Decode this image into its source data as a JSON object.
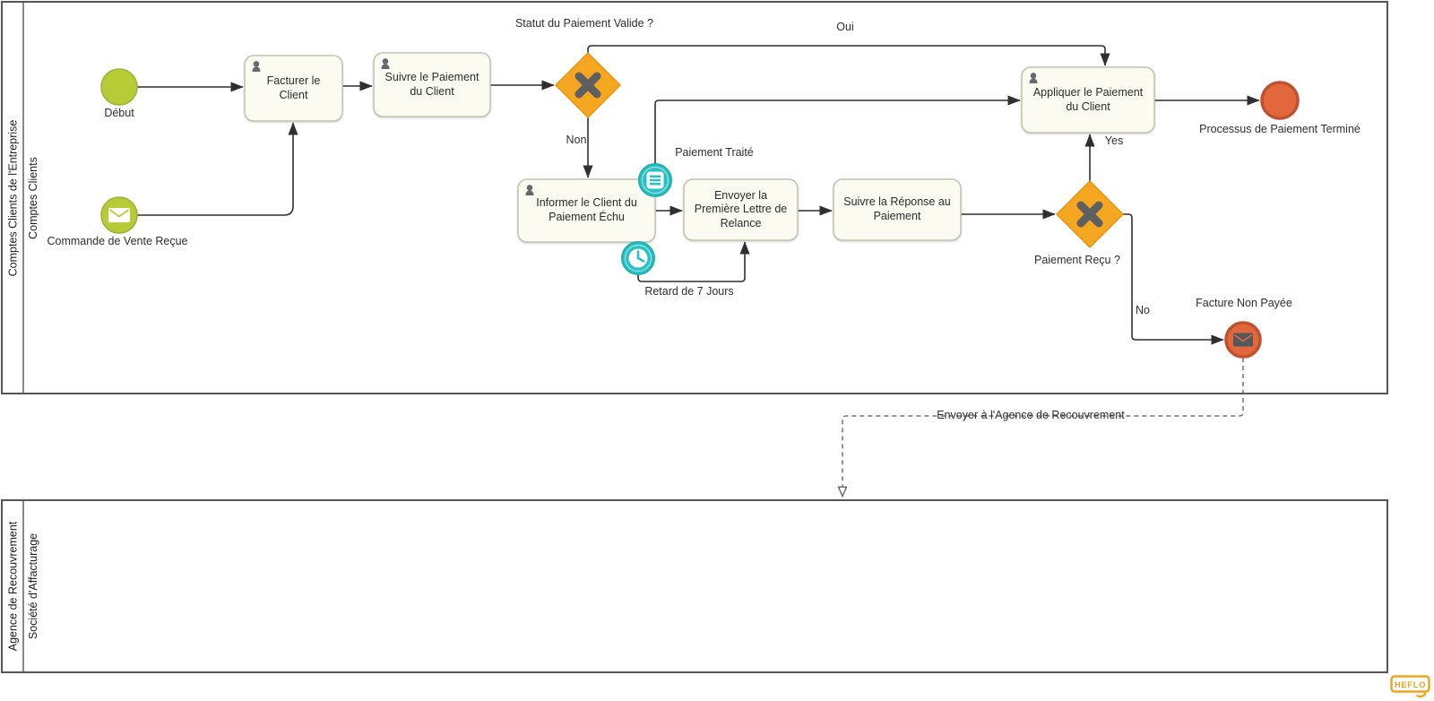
{
  "diagram": {
    "pools": [
      {
        "name": "Comptes Clients de l'Entreprise",
        "lane": "Comptes Clients"
      },
      {
        "name": "Agence de Recouvrement",
        "lane": "Société d'Affacturage"
      }
    ],
    "events": {
      "start": "Début",
      "message_start": "Commande de Vente Reçue",
      "end": "Processus de Paiement Terminé",
      "message_end": "Facture Non Payée"
    },
    "tasks": {
      "facturer": "Facturer le Client",
      "suivre_paiement": "Suivre le Paiement du Client",
      "appliquer": "Appliquer le Paiement du Client",
      "informer": "Informer le Client du Paiement Échu",
      "envoyer_lettre": "Envoyer la Première Lettre de Relance",
      "suivre_reponse": "Suivre la Réponse au Paiement"
    },
    "gateways": {
      "statut": "Statut du Paiement Valide ?",
      "recu": "Paiement Reçu ?"
    },
    "flow_labels": {
      "oui": "Oui",
      "non": "Non",
      "yes": "Yes",
      "no": "No",
      "paiement_traite": "Paiement Traité",
      "retard": "Retard de 7 Jours",
      "envoyer_agence": "Envoyer à l'Agence de Recouvrement"
    },
    "logo": "HEFLO",
    "colors": {
      "start_green": "#b6cb35",
      "gateway_orange": "#f6a722",
      "boundary_teal": "#2bc0c3",
      "end_red_orange": "#e2673c",
      "task_fill": "#fbfbf2",
      "logo_orange": "#f0a31c"
    }
  }
}
